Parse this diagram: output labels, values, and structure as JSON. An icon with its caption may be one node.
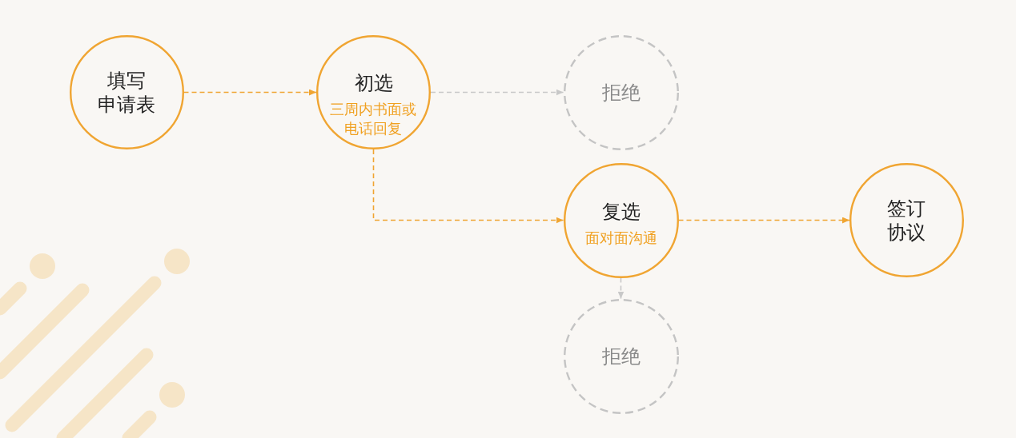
{
  "diagram": {
    "nodes": [
      {
        "text": [
          "填写申请表"
        ]
      },
      {
        "text": [
          "初选",
          "三周内书面或电话回复"
        ]
      },
      {
        "text": [
          "拒绝"
        ]
      },
      {
        "text": [
          "复选",
          "面对面沟通"
        ]
      },
      {
        "text": [
          "签订协议"
        ]
      },
      {
        "text": [
          "拒绝"
        ]
      }
    ],
    "edges": [
      {
        "from": 0,
        "to": 1,
        "arrow": "to",
        "style": "dashed"
      },
      {
        "from": 1,
        "to": 2,
        "arrow": "to",
        "style": "dashed",
        "color": "#c8c8c8"
      },
      {
        "from": 1,
        "to": 3,
        "arrow": "to",
        "style": "dashed"
      },
      {
        "from": 3,
        "to": 4,
        "arrow": "to",
        "style": "dashed"
      },
      {
        "from": 3,
        "to": 5,
        "arrow": "to",
        "style": "dashed",
        "color": "#c8c8c8"
      }
    ]
  }
}
